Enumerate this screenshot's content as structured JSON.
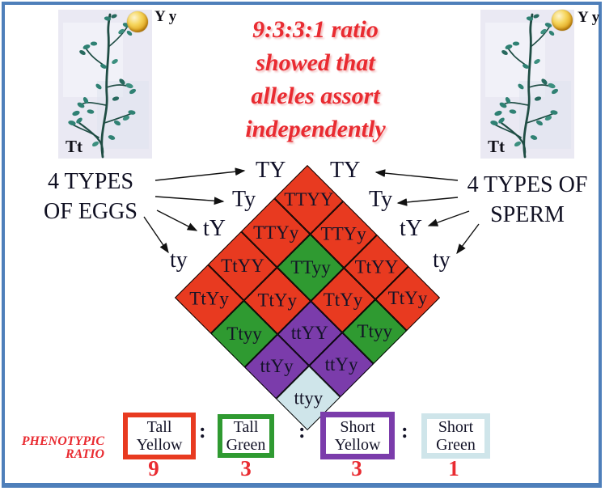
{
  "frame": {
    "border_color": "#4e7fba"
  },
  "title": {
    "lines": [
      "9:3:3:1 ratio",
      "showed that",
      "alleles assort",
      "independently"
    ],
    "color": "#e92b31"
  },
  "parents": {
    "left": {
      "plant_label": "Tt",
      "seed_label": "Y y"
    },
    "right": {
      "plant_label": "Tt",
      "seed_label": "Y y"
    }
  },
  "egg_caption": {
    "line1": "4 TYPES",
    "line2": "OF EGGS"
  },
  "sperm_caption": {
    "line1": "4 TYPES OF",
    "line2": "SPERM"
  },
  "gametes": {
    "eggs": [
      "TY",
      "Ty",
      "tY",
      "ty"
    ],
    "sperm": [
      "TY",
      "Ty",
      "tY",
      "ty"
    ]
  },
  "punnett": {
    "colors": {
      "tall_yellow": "#e83a20",
      "tall_green": "#2f9a31",
      "short_yellow": "#7b3cab",
      "short_green": "#cfe5ea"
    },
    "cells": [
      {
        "label": "TTYY",
        "phenotype": "tall_yellow"
      },
      {
        "label": "TTYy",
        "phenotype": "tall_yellow"
      },
      {
        "label": "TtYY",
        "phenotype": "tall_yellow"
      },
      {
        "label": "TtYy",
        "phenotype": "tall_yellow"
      },
      {
        "label": "TTYy",
        "phenotype": "tall_yellow"
      },
      {
        "label": "TTyy",
        "phenotype": "tall_green"
      },
      {
        "label": "TtYy",
        "phenotype": "tall_yellow"
      },
      {
        "label": "Ttyy",
        "phenotype": "tall_green"
      },
      {
        "label": "TtYY",
        "phenotype": "tall_yellow"
      },
      {
        "label": "TtYy",
        "phenotype": "tall_yellow"
      },
      {
        "label": "ttYY",
        "phenotype": "short_yellow"
      },
      {
        "label": "ttYy",
        "phenotype": "short_yellow"
      },
      {
        "label": "TtYy",
        "phenotype": "tall_yellow"
      },
      {
        "label": "Ttyy",
        "phenotype": "tall_green"
      },
      {
        "label": "ttYy",
        "phenotype": "short_yellow"
      },
      {
        "label": "ttyy",
        "phenotype": "short_green"
      }
    ]
  },
  "ratio": {
    "caption_line1": "PHENOTYPIC",
    "caption_line2": "RATIO",
    "separator": ":",
    "items": [
      {
        "name": "Tall\nYellow",
        "count": "9",
        "color_key": "tall_yellow"
      },
      {
        "name": "Tall\nGreen",
        "count": "3",
        "color_key": "tall_green"
      },
      {
        "name": "Short\nYellow",
        "count": "3",
        "color_key": "short_yellow"
      },
      {
        "name": "Short\nGreen",
        "count": "1",
        "color_key": "short_green"
      }
    ]
  }
}
